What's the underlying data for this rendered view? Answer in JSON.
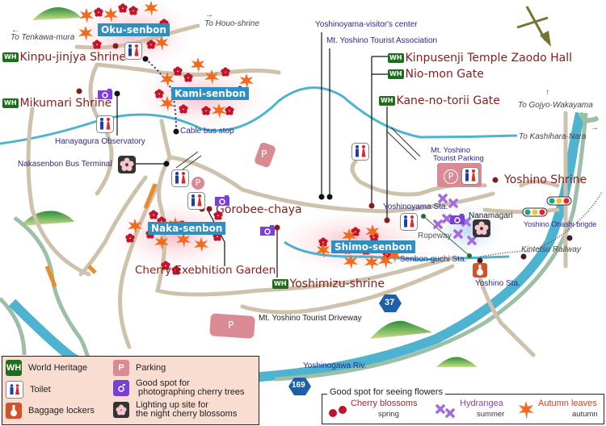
{
  "directions": {
    "tenkawa": "To Tenkawa-mura",
    "houo": "To Houo-shrine",
    "gojyo": "To Gojyo·Wakayama",
    "kashihara": "To Kashihara·Nara",
    "left_arrow": "←",
    "right_arrow": "→",
    "up_arrow": "↑"
  },
  "areas": {
    "oku": "Oku-senbon",
    "kami": "Kami-senbon",
    "naka": "Naka-senbon",
    "shimo": "Shimo-senbon"
  },
  "heritage_badge": "WH",
  "landmarks": {
    "kinpu": "Kinpu-jinjya Shrine",
    "mikumari": "Mikumari Shrine",
    "zaodo": "Kinpusenji Temple Zaodo Hall",
    "niomon": "Nio-mon Gate",
    "kanenotorii": "Kane-no-torii Gate",
    "yoshino_shrine": "Yoshino Shrine",
    "gorobee": "Gorobee-chaya",
    "cherry_garden": "Cherry Exebhition Garden",
    "yoshimizu": "Yoshimizu-shrine"
  },
  "places": {
    "visitor_center": "Yoshinoyama-visitor's center",
    "tourist_assoc": "Mt. Yoshino Tourist Association",
    "cable_bus": "Cable bus stop",
    "hanayagura": "Hanayagura Observatory",
    "nakasenbon_bus": "Nakasenbon Bus Terminal",
    "parking_line1": "Mt. Yoshino",
    "parking_line2": "Tourist Parking",
    "yoshinoyama_sta": "Yoshinoyama Sta.",
    "nanamagari": "Nanamagari",
    "ropeway": "Ropeway",
    "senbonguchi": "Senbon-guchi Sta.",
    "yoshino_sta": "Yoshino Sta.",
    "ohashi": "Yoshino Ohashi brigde",
    "kintetsu": "Kintetsu Railway",
    "driveway": "Mt. Yoshino Tourist Driveway",
    "river": "Yoshinogawa  Riv."
  },
  "routes": {
    "r37": "37",
    "r169": "169"
  },
  "parking_letter": "P",
  "legend": {
    "world_heritage": "World Heritage",
    "toilet": "Toilet",
    "lockers": "Baggage lockers",
    "parking": "Parking",
    "photo_line1": "Good spot for",
    "photo_line2": "photographing cherry trees",
    "lightup_line1": "Lighting up site for",
    "lightup_line2": "the night cherry blossoms"
  },
  "flowers": {
    "title": "Good spot for seeing flowers",
    "cherry": "Cherry blossoms",
    "cherry_season": "spring",
    "hydrangea": "Hydrangea",
    "hydrangea_season": "summer",
    "autumn": "Autumn leaves",
    "autumn_season": "autumn"
  },
  "colors": {
    "road": "#cfc2ad",
    "river": "#4db3d0",
    "rail_green": "#9dbfa6",
    "heritage_green": "#1d6e1d",
    "landmark_red": "#8b1a1a",
    "place_blue": "#2a2a8c",
    "senbon_blue": "#2e8fc0",
    "parking_pink": "#d98a92",
    "photo_purple": "#7a3fd6",
    "legend_bg": "#f8ddd0"
  }
}
